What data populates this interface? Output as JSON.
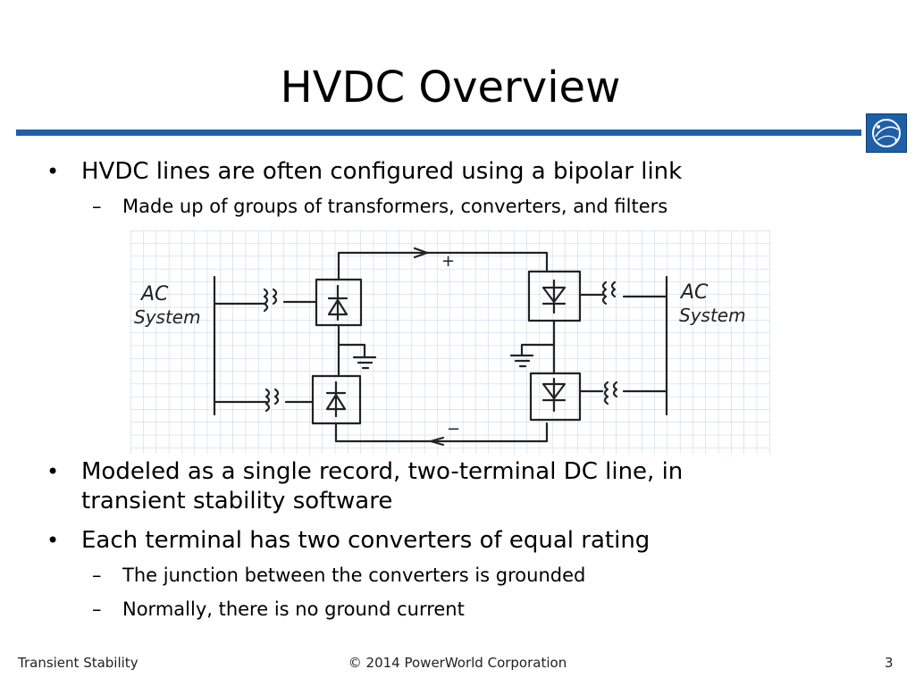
{
  "slide": {
    "title": "HVDC Overview",
    "bullets": [
      "HVDC lines are often configured using a bipolar link",
      "Modeled as a single record, two-terminal DC line, in",
      "transient stability software",
      "Each terminal has two converters of equal rating"
    ],
    "subbullets": [
      "Made up of groups of transformers, converters, and filters",
      "The junction between the converters is grounded",
      "Normally, there is no ground current"
    ],
    "bullet_glyph": "•",
    "sub_glyph": "–"
  },
  "diagram": {
    "ac_left": [
      "AC",
      "System"
    ],
    "ac_right": [
      "AC",
      "System"
    ],
    "plus": "+",
    "minus": "−"
  },
  "footer": {
    "left": "Transient Stability",
    "center": "© 2014 PowerWorld Corporation",
    "page": "3"
  },
  "colors": {
    "accent": "#1f5fa8",
    "grid": "#b9d3ea"
  }
}
